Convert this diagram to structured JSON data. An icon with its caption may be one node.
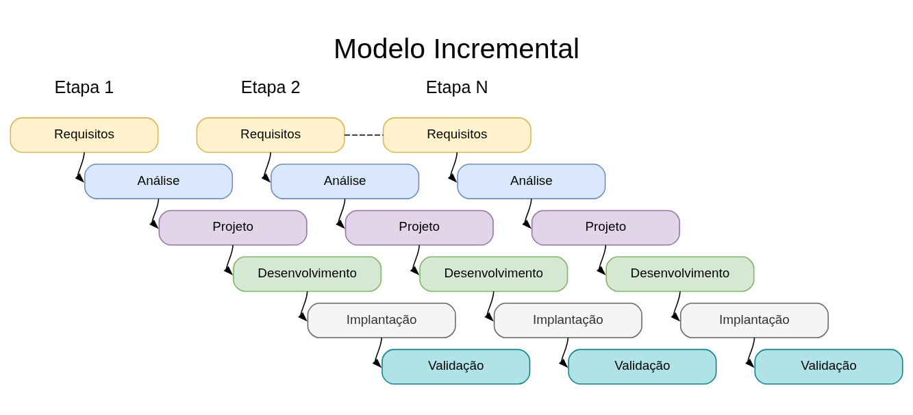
{
  "diagram": {
    "title": "Modelo Incremental",
    "nodes": [
      {
        "text": [
          "Requisitos"
        ]
      },
      {
        "text": [
          "Análise"
        ]
      },
      {
        "text": [
          "Projeto"
        ]
      },
      {
        "text": [
          "Desenvolvimento"
        ]
      },
      {
        "text": [
          "Implantação"
        ]
      },
      {
        "text": [
          "Validação"
        ]
      },
      {
        "text": [
          "Requisitos"
        ]
      },
      {
        "text": [
          "Análise"
        ]
      },
      {
        "text": [
          "Projeto"
        ]
      },
      {
        "text": [
          "Desenvolvimento"
        ]
      },
      {
        "text": [
          "Implantação"
        ]
      },
      {
        "text": [
          "Validação"
        ]
      },
      {
        "text": [
          "Requisitos"
        ]
      },
      {
        "text": [
          "Análise"
        ]
      },
      {
        "text": [
          "Projeto"
        ]
      },
      {
        "text": [
          "Desenvolvimento"
        ]
      },
      {
        "text": [
          "Implantação"
        ]
      },
      {
        "text": [
          "Validação"
        ]
      }
    ],
    "edges": [
      {
        "from": 0,
        "to": 1,
        "arrow": "to"
      },
      {
        "from": 1,
        "to": 2,
        "arrow": "to"
      },
      {
        "from": 2,
        "to": 3,
        "arrow": "to"
      },
      {
        "from": 3,
        "to": 4,
        "arrow": "to"
      },
      {
        "from": 4,
        "to": 5,
        "arrow": "to"
      },
      {
        "from": 6,
        "to": 7,
        "arrow": "to"
      },
      {
        "from": 7,
        "to": 8,
        "arrow": "to"
      },
      {
        "from": 8,
        "to": 9,
        "arrow": "to"
      },
      {
        "from": 9,
        "to": 10,
        "arrow": "to"
      },
      {
        "from": 10,
        "to": 11,
        "arrow": "to"
      },
      {
        "from": 12,
        "to": 13,
        "arrow": "to"
      },
      {
        "from": 13,
        "to": 14,
        "arrow": "to"
      },
      {
        "from": 14,
        "to": 15,
        "arrow": "to"
      },
      {
        "from": 15,
        "to": 16,
        "arrow": "to"
      },
      {
        "from": 16,
        "to": 17,
        "arrow": "to"
      },
      {
        "from": 6,
        "to": 12,
        "arrow": "none",
        "style": "dashed"
      }
    ],
    "labels": [
      "Etapa 1",
      "Etapa 2",
      "Etapa N"
    ]
  }
}
